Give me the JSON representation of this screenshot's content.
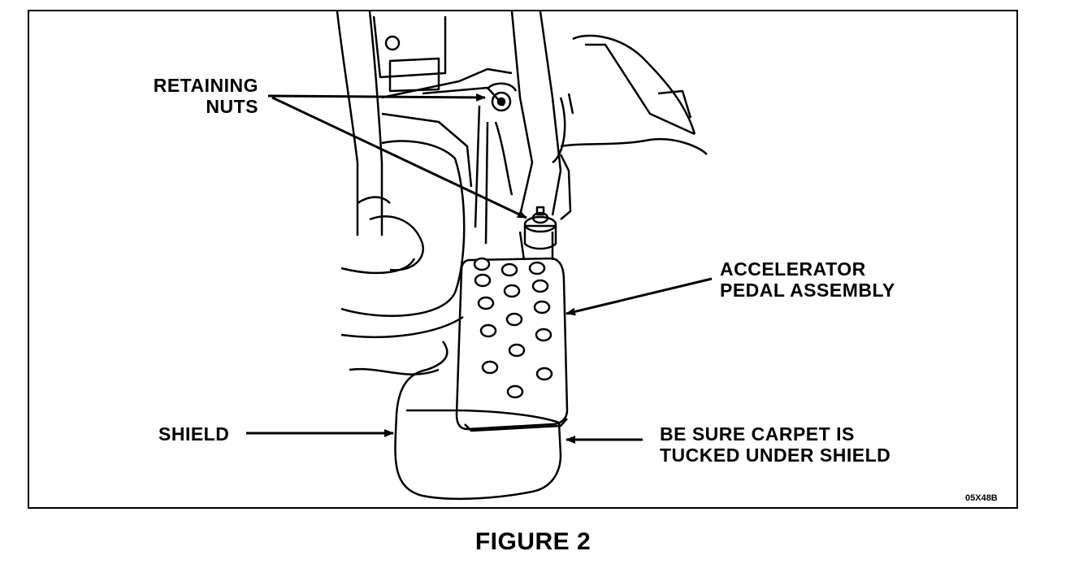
{
  "callouts": {
    "retaining_nuts": [
      "RETAINING",
      "NUTS"
    ],
    "accelerator": [
      "ACCELERATOR",
      "PEDAL ASSEMBLY"
    ],
    "shield": "SHIELD",
    "carpet": [
      "BE SURE CARPET IS",
      "TUCKED UNDER SHIELD"
    ]
  },
  "figure_code": "05X48B",
  "caption": "FIGURE 2"
}
